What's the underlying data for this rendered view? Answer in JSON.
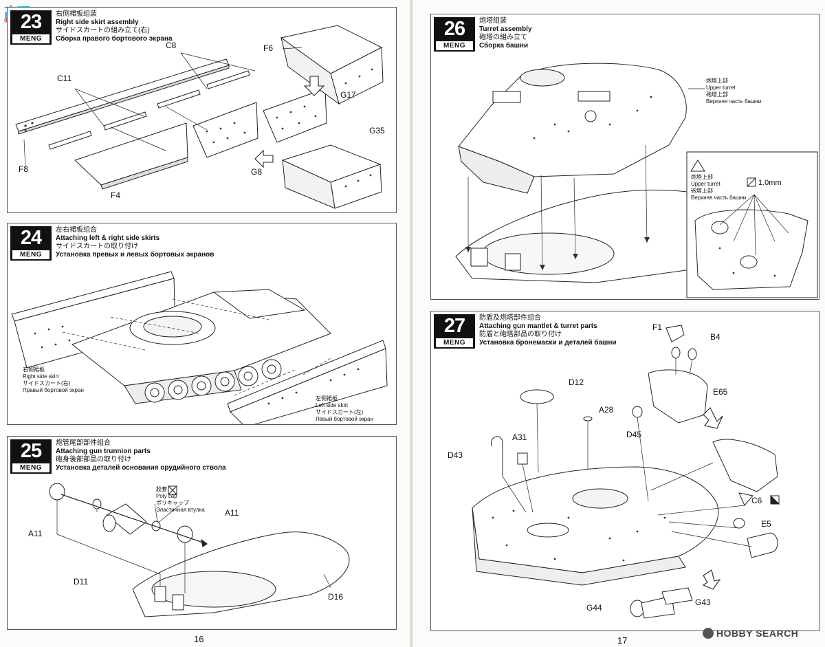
{
  "watermark": {
    "logo_main": "高玩",
    "logo_sub": "gaoshaoxin",
    "corner": "HOBBY SEARCH"
  },
  "pages": {
    "left_number": "16",
    "right_number": "17"
  },
  "badge_brand": "MENG",
  "steps": [
    {
      "number": "23",
      "title_cn": "右侧裙板组装",
      "title_en": "Right side skirt assembly",
      "title_jp": "サイドスカートの組み立て(右)",
      "title_ru": "Сборка правого бортового экрана",
      "parts": [
        "C8",
        "F6",
        "G17",
        "C11",
        "G35",
        "G8",
        "F8",
        "F4"
      ]
    },
    {
      "number": "24",
      "title_cn": "左右裙板组合",
      "title_en": "Attaching left & right side skirts",
      "title_jp": "サイドスカートの取り付け",
      "title_ru": "Установка превых и левых бортовых экранов",
      "callouts": [
        {
          "cn": "右侧裙板",
          "en": "Right side skirt",
          "jp": "サイドスカート(右)",
          "ru": "Правый бортовой экран"
        },
        {
          "cn": "左侧裙板",
          "en": "Left side skirt",
          "jp": "サイドスカート(左)",
          "ru": "Левый бортовой экран"
        }
      ]
    },
    {
      "number": "25",
      "title_cn": "炮管尾部部件组合",
      "title_en": "Attaching gun trunnion parts",
      "title_jp": "砲身後部部品の取り付け",
      "title_ru": "Установка деталей основания орудийного ствола",
      "polycap": {
        "cn": "胶套",
        "en": "Poly cap",
        "jp": "ポリキャップ",
        "ru": "Эластичная втулка"
      },
      "parts": [
        "A11",
        "A11",
        "D11",
        "D16"
      ]
    },
    {
      "number": "26",
      "title_cn": "炮塔组装",
      "title_en": "Turret assembly",
      "title_jp": "砲塔の組み立て",
      "title_ru": "Сборка башни",
      "callout": {
        "cn": "炮塔上部",
        "en": "Upper turret",
        "jp": "砲塔上部",
        "ru": "Верхняя часть башни"
      },
      "drill": "1.0mm"
    },
    {
      "number": "27",
      "title_cn": "防盾及炮塔部件组合",
      "title_en": "Attaching gun mantlet & turret parts",
      "title_jp": "防盾と砲塔部品の取り付け",
      "title_ru": "Установка бронемаски и деталей башни",
      "parts": [
        "F1",
        "B4",
        "D12",
        "E65",
        "A28",
        "D45",
        "A31",
        "D43",
        "C6",
        "E5",
        "G44",
        "G43"
      ]
    }
  ]
}
